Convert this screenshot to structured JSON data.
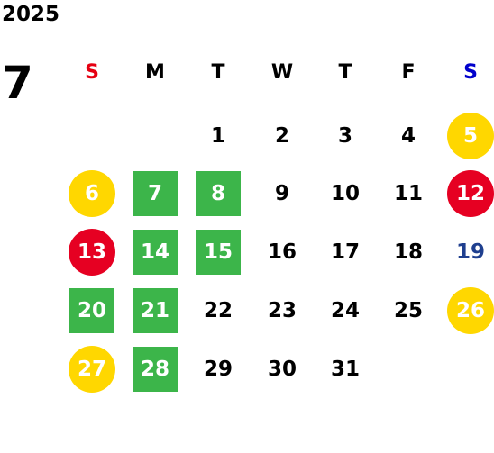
{
  "calendar": {
    "year": "2025",
    "month": "7",
    "weekdays": [
      "S",
      "M",
      "T",
      "W",
      "T",
      "F",
      "S"
    ],
    "colors": {
      "sunday": "#e60012",
      "saturday": "#0000cc",
      "yellow": "#ffd700",
      "red": "#e60022",
      "green": "#3cb54a",
      "holiday_text": "#1f3f8f"
    },
    "weeks": [
      [
        {
          "label": "",
          "style": "empty"
        },
        {
          "label": "",
          "style": "empty"
        },
        {
          "label": "1",
          "style": "plain"
        },
        {
          "label": "2",
          "style": "plain"
        },
        {
          "label": "3",
          "style": "plain"
        },
        {
          "label": "4",
          "style": "plain"
        },
        {
          "label": "5",
          "style": "yellow"
        }
      ],
      [
        {
          "label": "6",
          "style": "yellow"
        },
        {
          "label": "7",
          "style": "green"
        },
        {
          "label": "8",
          "style": "green"
        },
        {
          "label": "9",
          "style": "plain"
        },
        {
          "label": "10",
          "style": "plain"
        },
        {
          "label": "11",
          "style": "plain"
        },
        {
          "label": "12",
          "style": "red"
        }
      ],
      [
        {
          "label": "13",
          "style": "red"
        },
        {
          "label": "14",
          "style": "green"
        },
        {
          "label": "15",
          "style": "green"
        },
        {
          "label": "16",
          "style": "plain"
        },
        {
          "label": "17",
          "style": "plain"
        },
        {
          "label": "18",
          "style": "plain"
        },
        {
          "label": "19",
          "style": "blue-text"
        }
      ],
      [
        {
          "label": "20",
          "style": "green"
        },
        {
          "label": "21",
          "style": "green"
        },
        {
          "label": "22",
          "style": "plain"
        },
        {
          "label": "23",
          "style": "plain"
        },
        {
          "label": "24",
          "style": "plain"
        },
        {
          "label": "25",
          "style": "plain"
        },
        {
          "label": "26",
          "style": "yellow"
        }
      ],
      [
        {
          "label": "27",
          "style": "yellow"
        },
        {
          "label": "28",
          "style": "green"
        },
        {
          "label": "29",
          "style": "plain"
        },
        {
          "label": "30",
          "style": "plain"
        },
        {
          "label": "31",
          "style": "plain"
        },
        {
          "label": "",
          "style": "empty"
        },
        {
          "label": "",
          "style": "empty"
        }
      ]
    ]
  }
}
